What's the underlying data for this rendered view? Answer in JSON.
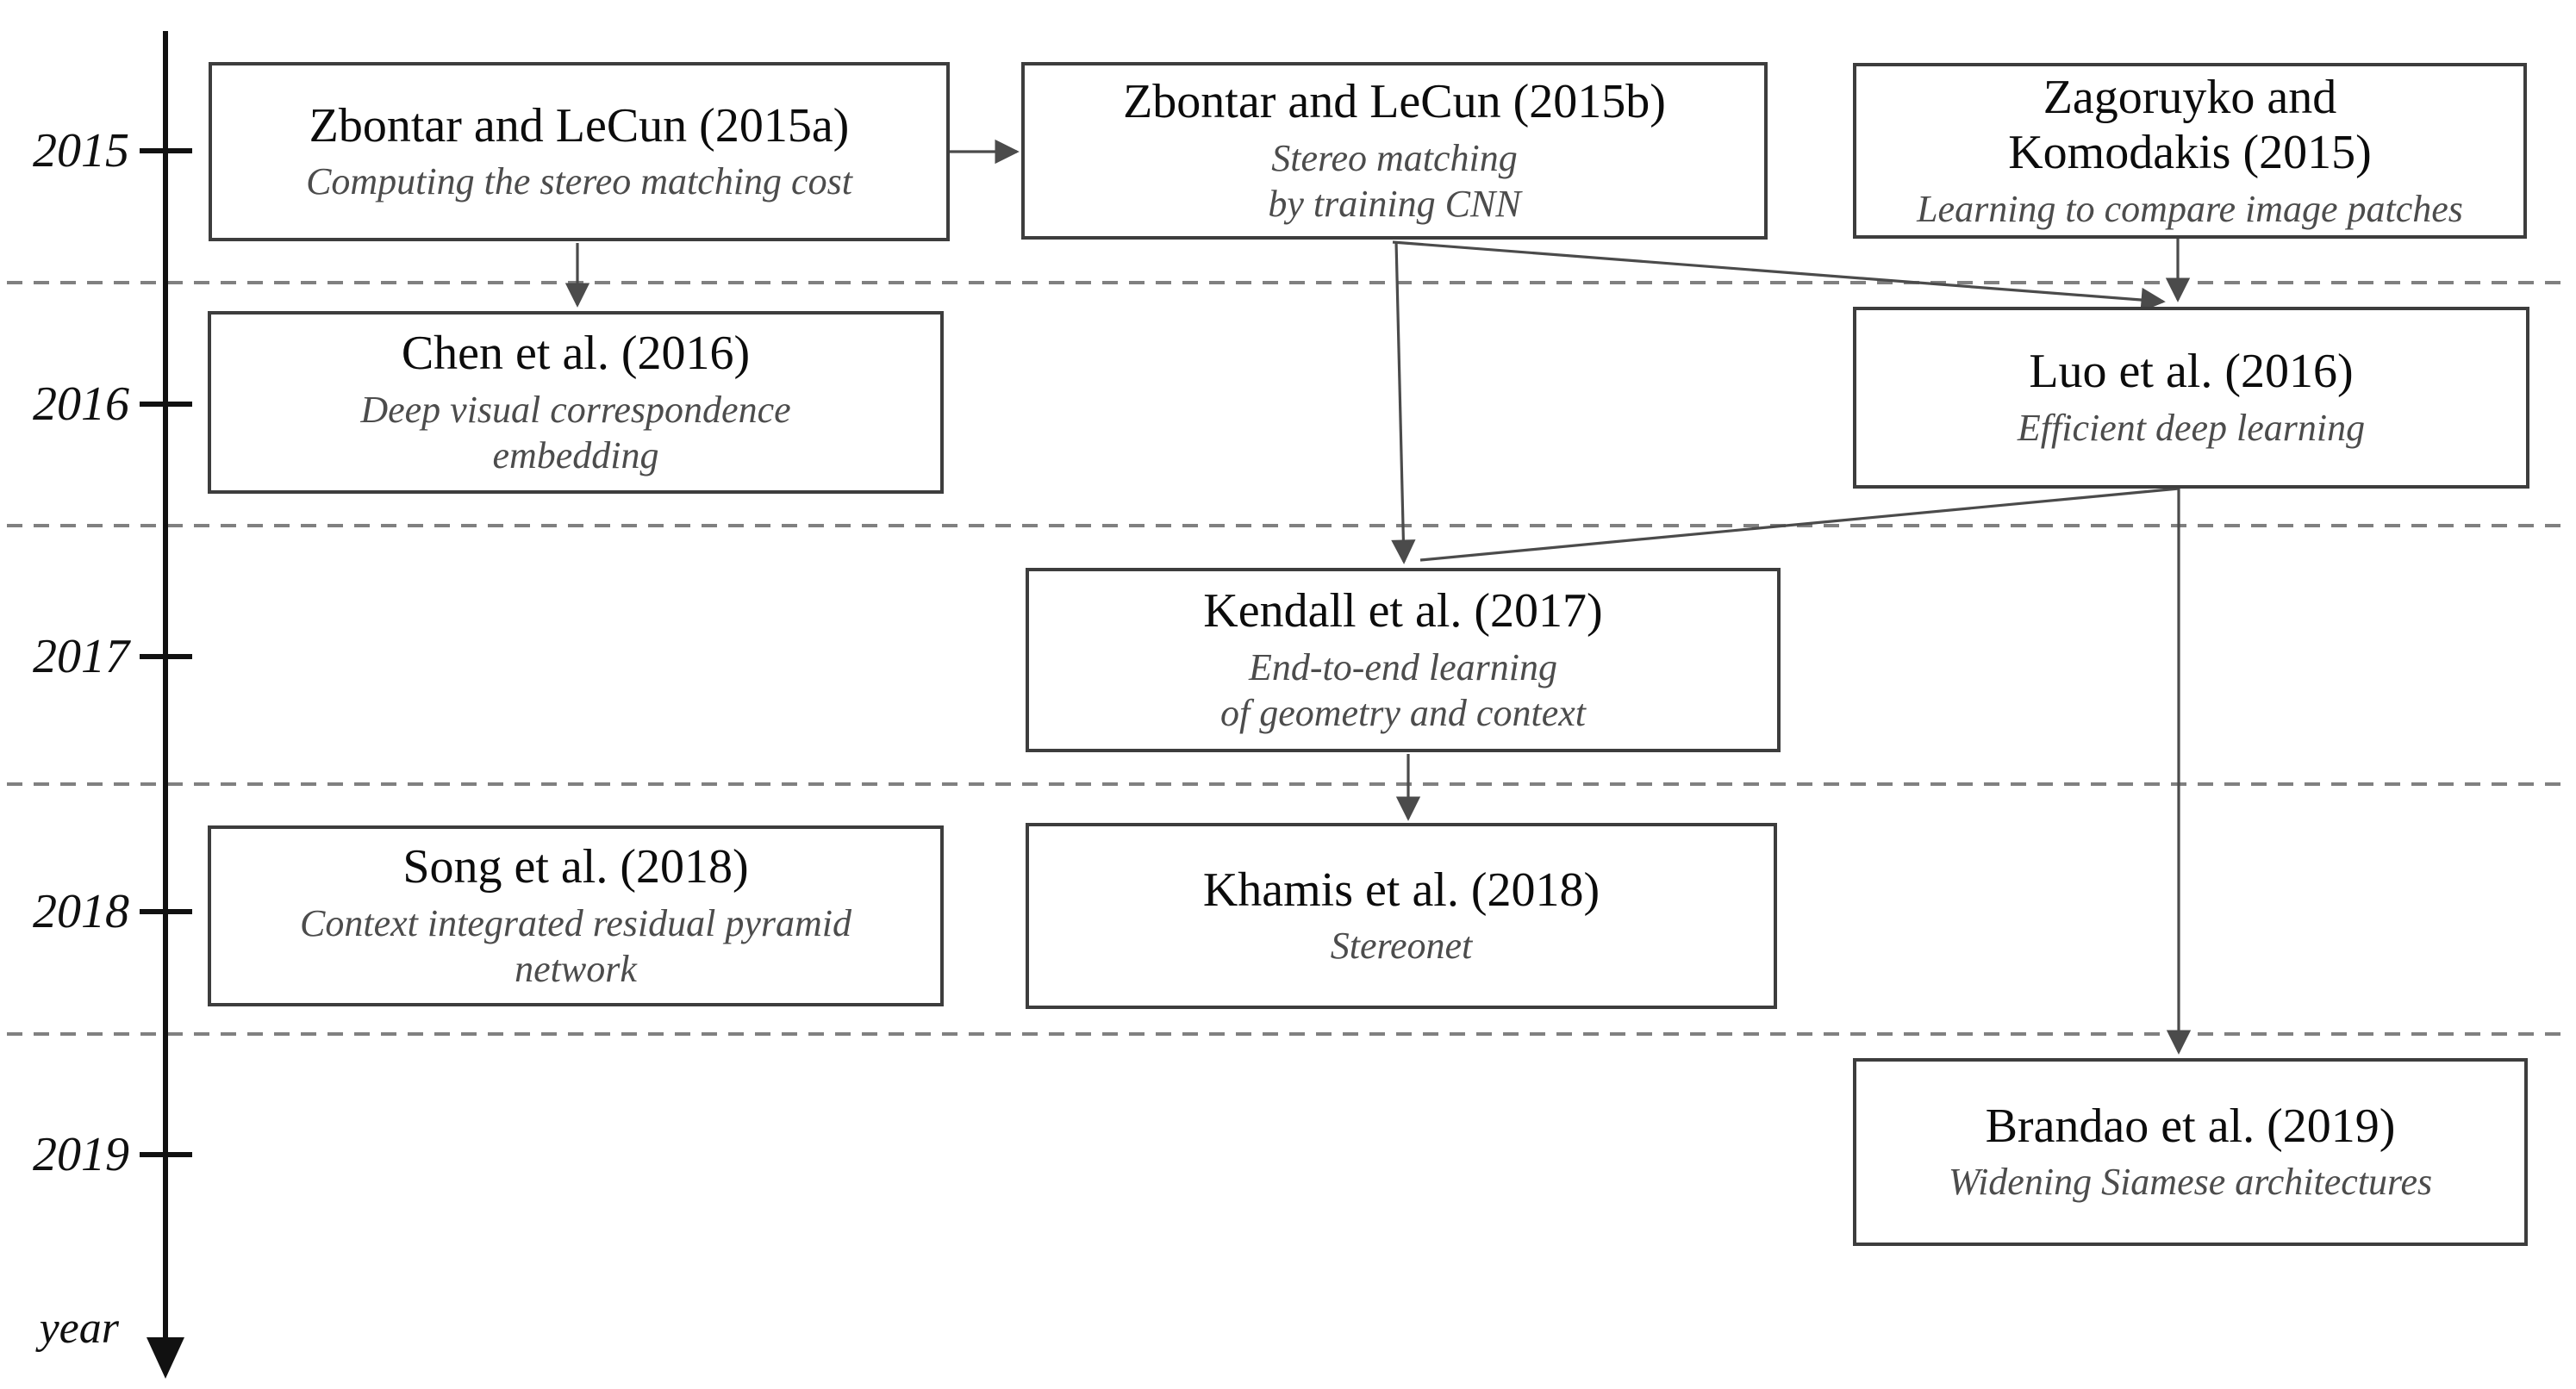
{
  "figure": {
    "type": "timeline-diagram",
    "topic": "Deep-learning stereo matching literature timeline"
  },
  "axis": {
    "label": "year",
    "years": [
      "2015",
      "2016",
      "2017",
      "2018",
      "2019"
    ]
  },
  "papers": {
    "zbontar2015a": {
      "year": "2015",
      "title": "Zbontar and LeCun (2015a)",
      "subtitle": "Computing the stereo matching cost"
    },
    "zbontar2015b": {
      "year": "2015",
      "title": "Zbontar and LeCun (2015b)",
      "subtitle": "Stereo matching\nby training CNN"
    },
    "zagoruyko2015": {
      "year": "2015",
      "title": "Zagoruyko and\nKomodakis (2015)",
      "subtitle": "Learning to compare image patches"
    },
    "chen2016": {
      "year": "2016",
      "title": "Chen et al. (2016)",
      "subtitle": "Deep visual correspondence\nembedding"
    },
    "luo2016": {
      "year": "2016",
      "title": "Luo et al. (2016)",
      "subtitle": "Efficient deep learning"
    },
    "kendall2017": {
      "year": "2017",
      "title": "Kendall  et al. (2017)",
      "subtitle": "End-to-end learning\nof geometry and context"
    },
    "song2018": {
      "year": "2018",
      "title": "Song et al. (2018)",
      "subtitle": "Context integrated residual pyramid\nnetwork"
    },
    "khamis2018": {
      "year": "2018",
      "title": "Khamis et al. (2018)",
      "subtitle": "Stereonet"
    },
    "brandao2019": {
      "year": "2019",
      "title": "Brandao et al. (2019)",
      "subtitle": "Widening Siamese architectures"
    }
  },
  "connections": [
    {
      "from": "zbontar2015a",
      "to": "zbontar2015b"
    },
    {
      "from": "zbontar2015a",
      "to": "chen2016"
    },
    {
      "from": "zbontar2015b",
      "to": "kendall2017"
    },
    {
      "from": "zbontar2015b",
      "to": "luo2016"
    },
    {
      "from": "zagoruyko2015",
      "to": "luo2016"
    },
    {
      "from": "luo2016",
      "to": "kendall2017"
    },
    {
      "from": "kendall2017",
      "to": "khamis2018"
    },
    {
      "from": "luo2016",
      "to": "brandao2019"
    }
  ],
  "colors": {
    "background": "#ffffff",
    "box_border": "#3d3d3d",
    "title_text": "#0c0c0c",
    "subtitle_text": "#4c4c4c",
    "arrow": "#4b4b4b",
    "axis": "#111111",
    "divider": "#808080"
  }
}
